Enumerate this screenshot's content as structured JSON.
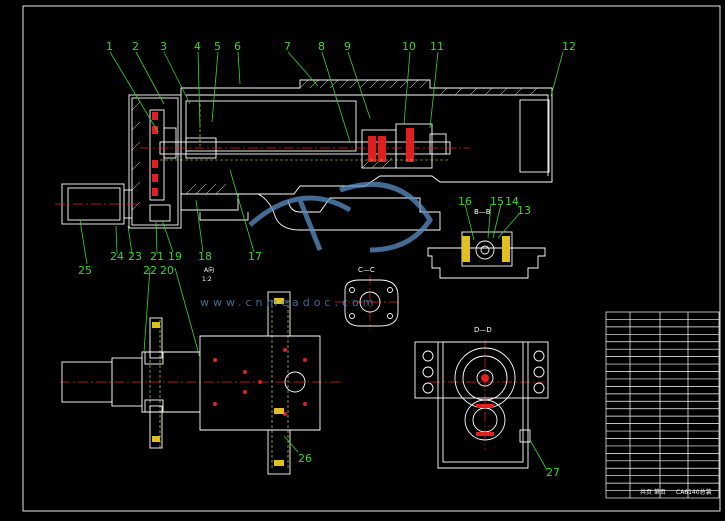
{
  "colors": {
    "background": "#000000",
    "outline": "#ffffff",
    "callout": "#3ad62a",
    "centerline": "#e02020",
    "hidden": "#e8e850",
    "watermark": "#5b8fc6"
  },
  "callouts": [
    "1",
    "2",
    "3",
    "4",
    "5",
    "6",
    "7",
    "8",
    "9",
    "10",
    "11",
    "12",
    "13",
    "14",
    "15",
    "16",
    "17",
    "18",
    "19",
    "20",
    "21",
    "22",
    "23",
    "24",
    "25",
    "26",
    "27"
  ],
  "section_labels": {
    "bb": "B—B",
    "cc": "C—C",
    "dd": "D—D",
    "a_view": "A向",
    "scale": "1:2"
  },
  "watermark": {
    "text": "www.cnmeadoc.com"
  },
  "title_block": {
    "rows": 24,
    "footer_left": "共页 第页",
    "footer_right": "CA6140总装"
  }
}
